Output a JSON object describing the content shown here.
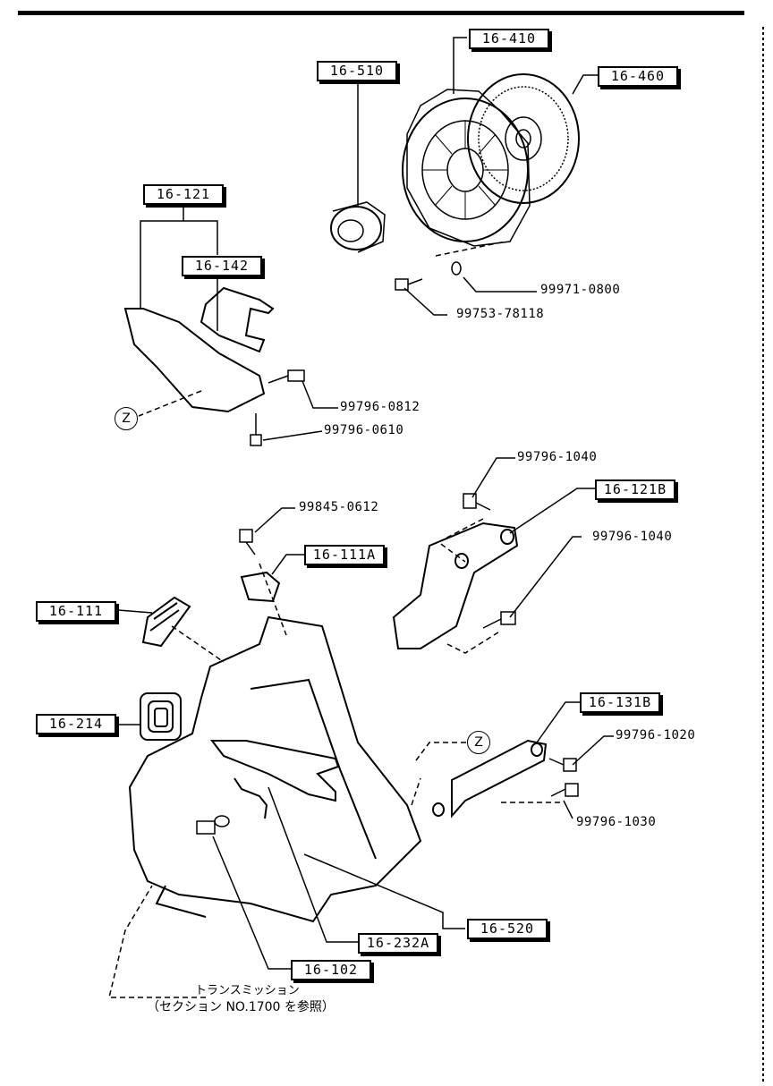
{
  "labels": {
    "p16_410": "16-410",
    "p16_510": "16-510",
    "p16_460": "16-460",
    "p16_121": "16-121",
    "p16_142": "16-142",
    "p16_121b": "16-121B",
    "p16_111a": "16-111A",
    "p16_111": "16-111",
    "p16_214": "16-214",
    "p16_131b": "16-131B",
    "p16_520": "16-520",
    "p16_232a": "16-232A",
    "p16_102": "16-102"
  },
  "parts": {
    "n99971_0800": "99971-0800",
    "n99753_78118": "99753-78118",
    "n99796_0812": "99796-0812",
    "n99796_0610": "99796-0610",
    "n99796_1040a": "99796-1040",
    "n99796_1040b": "99796-1040",
    "n99845_0612": "99845-0612",
    "n99796_1020": "99796-1020",
    "n99796_1030": "99796-1030"
  },
  "refs": {
    "z1": "Z",
    "z2": "Z"
  },
  "note": {
    "line1": "トランスミッション",
    "line2": "（セクション NO.1700 を参照）"
  }
}
